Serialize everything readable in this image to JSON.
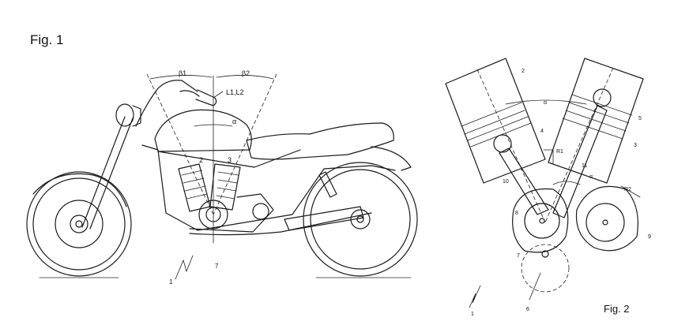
{
  "figures": {
    "fig1": {
      "caption": "Fig. 1",
      "labels": {
        "beta1": "β1",
        "beta2": "β2",
        "alpha": "α",
        "l1l2": "L1,L2",
        "n2": "2",
        "n3": "3",
        "n7": "7",
        "n1": "1"
      }
    },
    "fig2": {
      "caption": "Fig. 2",
      "labels": {
        "n2": "2",
        "alpha": "α",
        "n5": "5",
        "n4": "4",
        "r1": "R1",
        "n3": "3",
        "n11": "11",
        "alpha2": "α",
        "n10": "10",
        "r2": "R2",
        "n8": "8",
        "n9": "9",
        "n7": "7",
        "n1": "1",
        "n6": "6"
      }
    }
  },
  "colors": {
    "ink": "#1a1a1a",
    "paper": "#ffffff"
  }
}
